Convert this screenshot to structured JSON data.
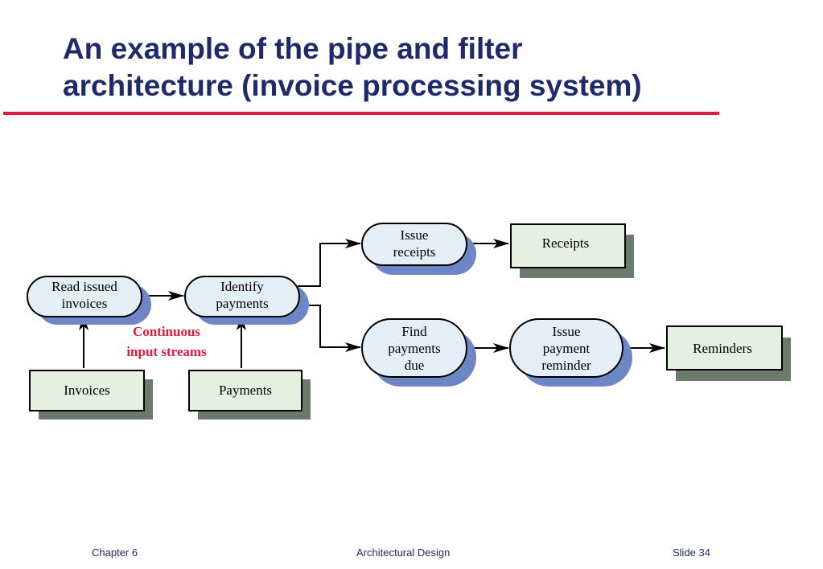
{
  "title": {
    "line1": "An example of the pipe and filter",
    "line2": "architecture (invoice processing system)"
  },
  "colors": {
    "title": "#1f2a6b",
    "rule": "#e21a3c",
    "filter_fill": "#e3eef5",
    "filter_shadow": "#6f86c6",
    "store_fill": "#e6f0e0",
    "store_shadow": "#6c7a6c",
    "annotation": "#e21a3c"
  },
  "diagram": {
    "filters": {
      "read_issued_invoices": [
        "Read issued",
        "invoices"
      ],
      "identify_payments": [
        "Identify",
        "payments"
      ],
      "issue_receipts": [
        "Issue",
        "receipts"
      ],
      "find_payments_due": [
        "Find",
        "payments",
        "due"
      ],
      "issue_payment_reminder": [
        "Issue",
        "payment",
        "reminder"
      ]
    },
    "stores": {
      "invoices": "Invoices",
      "payments": "Payments",
      "receipts": "Receipts",
      "reminders": "Reminders"
    },
    "annotation": [
      "Continuous",
      "input streams"
    ]
  },
  "footer": {
    "left": "Chapter 6",
    "center": "Architectural Design",
    "right": "Slide  34"
  }
}
